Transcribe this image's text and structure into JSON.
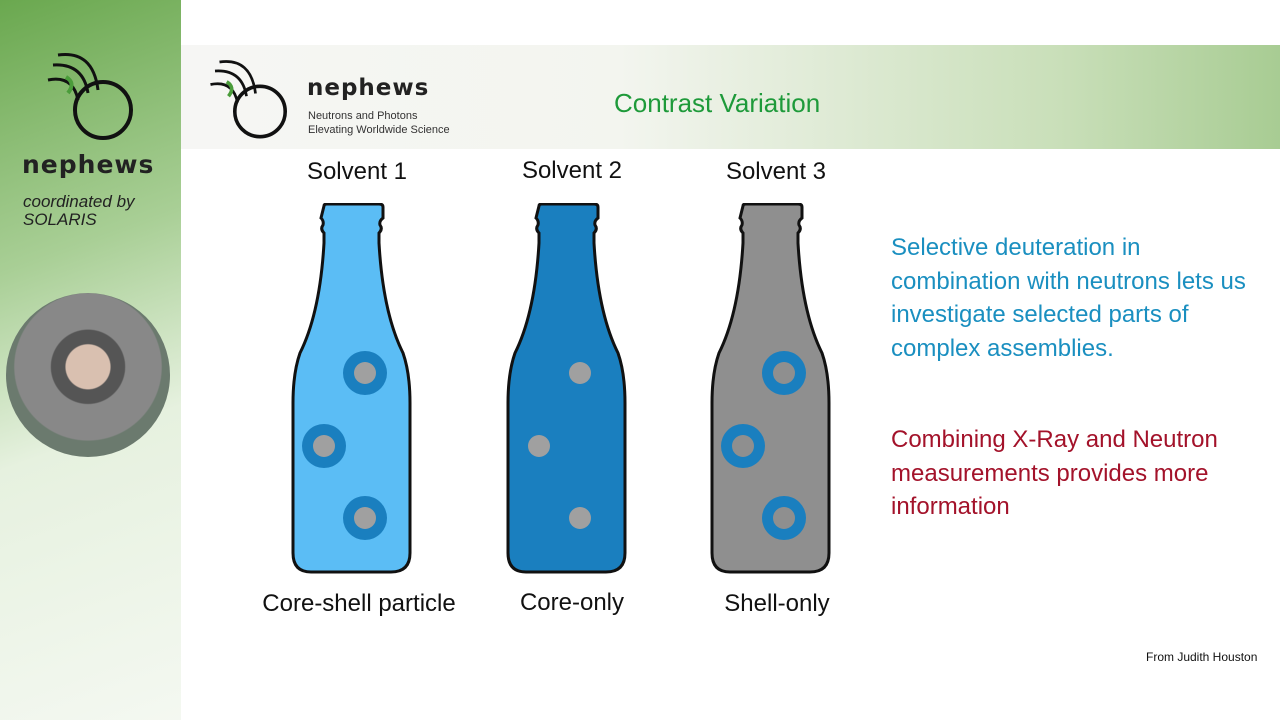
{
  "sidebar": {
    "brand": "nephews",
    "coordinated": "coordinated by SOLARIS"
  },
  "header": {
    "brand": "nephews",
    "tagline_1": "Neutrons and Photons",
    "tagline_2": "Elevating Worldwide Science",
    "title": "Contrast Variation"
  },
  "bottles": [
    {
      "solvent": "Solvent 1",
      "caption": "Core-shell particle",
      "fill": "#5bbdf5"
    },
    {
      "solvent": "Solvent 2",
      "caption": "Core-only",
      "fill": "#1a7fbf"
    },
    {
      "solvent": "Solvent 3",
      "caption": "Shell-only",
      "fill": "#8f8f8f"
    }
  ],
  "notes": {
    "blue": "Selective deuteration in combination with neutrons lets us investigate selected parts of complex assemblies.",
    "red": "Combining X-Ray and Neutron measurements provides more information"
  },
  "credit": "From Judith Houston",
  "colors": {
    "accent_green": "#1e9a3a",
    "note_blue": "#1a8fc0",
    "note_red": "#a3122a",
    "shell": "#1a7fbf",
    "core": "#a0a0a0"
  }
}
